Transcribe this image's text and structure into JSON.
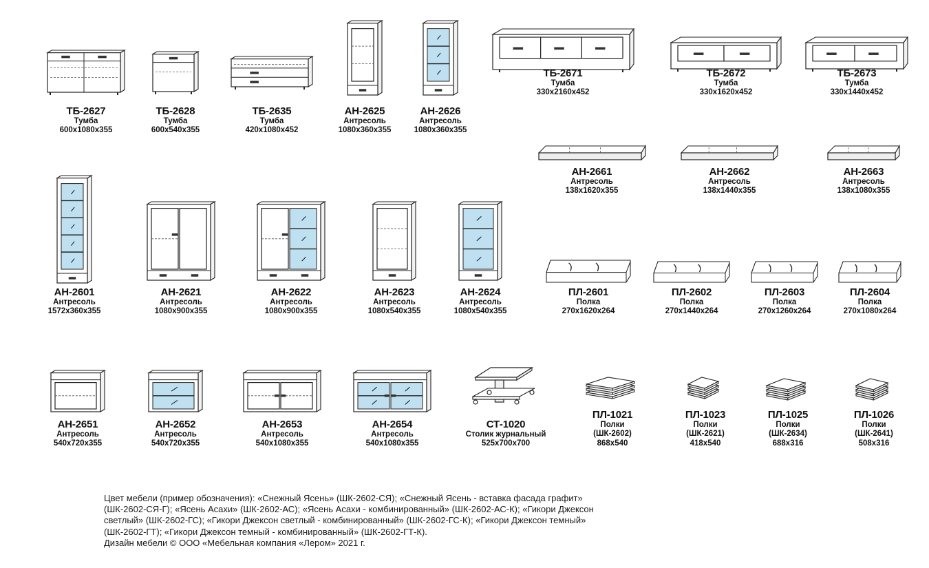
{
  "colors": {
    "outline": "#222222",
    "glass": "#bfe0f0",
    "dash": "#555555",
    "shadow": "#c8c8c8"
  },
  "items": [
    {
      "code": "ТБ-2627",
      "lines": [
        "Тумба",
        "600х1080х355"
      ],
      "icon": "tb-wide-cabinet-icon"
    },
    {
      "code": "ТБ-2628",
      "lines": [
        "Тумба",
        "600х540х355"
      ],
      "icon": "tb-small-cabinet-icon"
    },
    {
      "code": "ТБ-2635",
      "lines": [
        "Тумба",
        "420х1080х452"
      ],
      "icon": "tb-drawer-cabinet-icon"
    },
    {
      "code": "АН-2625",
      "lines": [
        "Антресоль",
        "1080х360х355"
      ],
      "icon": "tall-cabinet-icon"
    },
    {
      "code": "АН-2626",
      "lines": [
        "Антресоль",
        "1080х360х355"
      ],
      "icon": "tall-glass-cabinet-icon"
    },
    {
      "code": "ТБ-2671",
      "lines": [
        "Тумба",
        "330х2160х452"
      ],
      "icon": "long-tv-stand-icon"
    },
    {
      "code": "ТБ-2672",
      "lines": [
        "Тумба",
        "330х1620х452"
      ],
      "icon": "tv-stand-icon"
    },
    {
      "code": "ТБ-2673",
      "lines": [
        "Тумба",
        "330х1440х452"
      ],
      "icon": "tv-stand-icon"
    },
    {
      "code": "АН-2661",
      "lines": [
        "Антресоль",
        "138х1620х355"
      ],
      "icon": "flat-wall-unit-icon"
    },
    {
      "code": "АН-2662",
      "lines": [
        "Антресоль",
        "138х1440х355"
      ],
      "icon": "flat-wall-unit-icon"
    },
    {
      "code": "АН-2663",
      "lines": [
        "Антресоль",
        "138х1080х355"
      ],
      "icon": "flat-wall-unit-icon"
    },
    {
      "code": "АН-2601",
      "lines": [
        "Антресоль",
        "1572х360х355"
      ],
      "icon": "column-glass-cabinet-icon"
    },
    {
      "code": "АН-2621",
      "lines": [
        "Антресоль",
        "1080х900х355"
      ],
      "icon": "double-cabinet-icon"
    },
    {
      "code": "АН-2622",
      "lines": [
        "Антресоль",
        "1080х900х355"
      ],
      "icon": "double-cabinet-icon"
    },
    {
      "code": "АН-2623",
      "lines": [
        "Антресоль",
        "1080х540х355"
      ],
      "icon": "single-cabinet-icon"
    },
    {
      "code": "АН-2624",
      "lines": [
        "Антресоль",
        "1080х540х355"
      ],
      "icon": "single-glass-cabinet-icon"
    },
    {
      "code": "ПЛ-2601",
      "lines": [
        "Полка",
        "270х1620х264"
      ],
      "icon": "wall-shelf-icon"
    },
    {
      "code": "ПЛ-2602",
      "lines": [
        "Полка",
        "270х1440х264"
      ],
      "icon": "wall-shelf-icon"
    },
    {
      "code": "ПЛ-2603",
      "lines": [
        "Полка",
        "270х1260х264"
      ],
      "icon": "wall-shelf-icon"
    },
    {
      "code": "ПЛ-2604",
      "lines": [
        "Полка",
        "270х1080х264"
      ],
      "icon": "wall-shelf-icon"
    },
    {
      "code": "АН-2651",
      "lines": [
        "Антресоль",
        "540х720х355"
      ],
      "icon": "low-cabinet-icon"
    },
    {
      "code": "АН-2652",
      "lines": [
        "Антресоль",
        "540х720х355"
      ],
      "icon": "low-glass-cabinet-icon"
    },
    {
      "code": "АН-2653",
      "lines": [
        "Антресоль",
        "540х1080х355"
      ],
      "icon": "wide-low-cabinet-icon"
    },
    {
      "code": "АН-2654",
      "lines": [
        "Антресоль",
        "540х1080х355"
      ],
      "icon": "wide-low-glass-cabinet-icon"
    },
    {
      "code": "СТ-1020",
      "lines": [
        "Столик журнальный",
        "525х700х700"
      ],
      "icon": "coffee-table-icon"
    },
    {
      "code": "ПЛ-1021",
      "lines": [
        "Полки",
        "(ШК-2602)",
        "868х540"
      ],
      "icon": "shelf-stack-icon"
    },
    {
      "code": "ПЛ-1023",
      "lines": [
        "Полки",
        "(ШК-2621)",
        "418х540"
      ],
      "icon": "shelf-stack-icon"
    },
    {
      "code": "ПЛ-1025",
      "lines": [
        "Полки",
        "(ШК-2634)",
        "688х316"
      ],
      "icon": "shelf-stack-icon"
    },
    {
      "code": "ПЛ-1026",
      "lines": [
        "Полки",
        "(ШК-2641)",
        "508х316"
      ],
      "icon": "shelf-stack-icon"
    }
  ],
  "footer": [
    "Цвет мебели (пример обозначения): «Снежный Ясень» (ШК-2602-СЯ); «Снежный Ясень - вставка фасада графит»",
    "(ШК-2602-СЯ-Г); «Ясень Асахи» (ШК-2602-АС); «Ясень Асахи - комбинированный» (ШК-2602-АС-К); «Гикори Джексон",
    "светлый» (ШК-2602-ГС); «Гикори Джексон светлый - комбинированный» (ШК-2602-ГС-К); «Гикори Джексон темный»",
    "(ШК-2602-ГТ); «Гикори Джексон темный - комбинированный» (ШК-2602-ГТ-К).",
    "Дизайн мебели © ООО «Мебельная компания «Лером» 2021 г."
  ]
}
